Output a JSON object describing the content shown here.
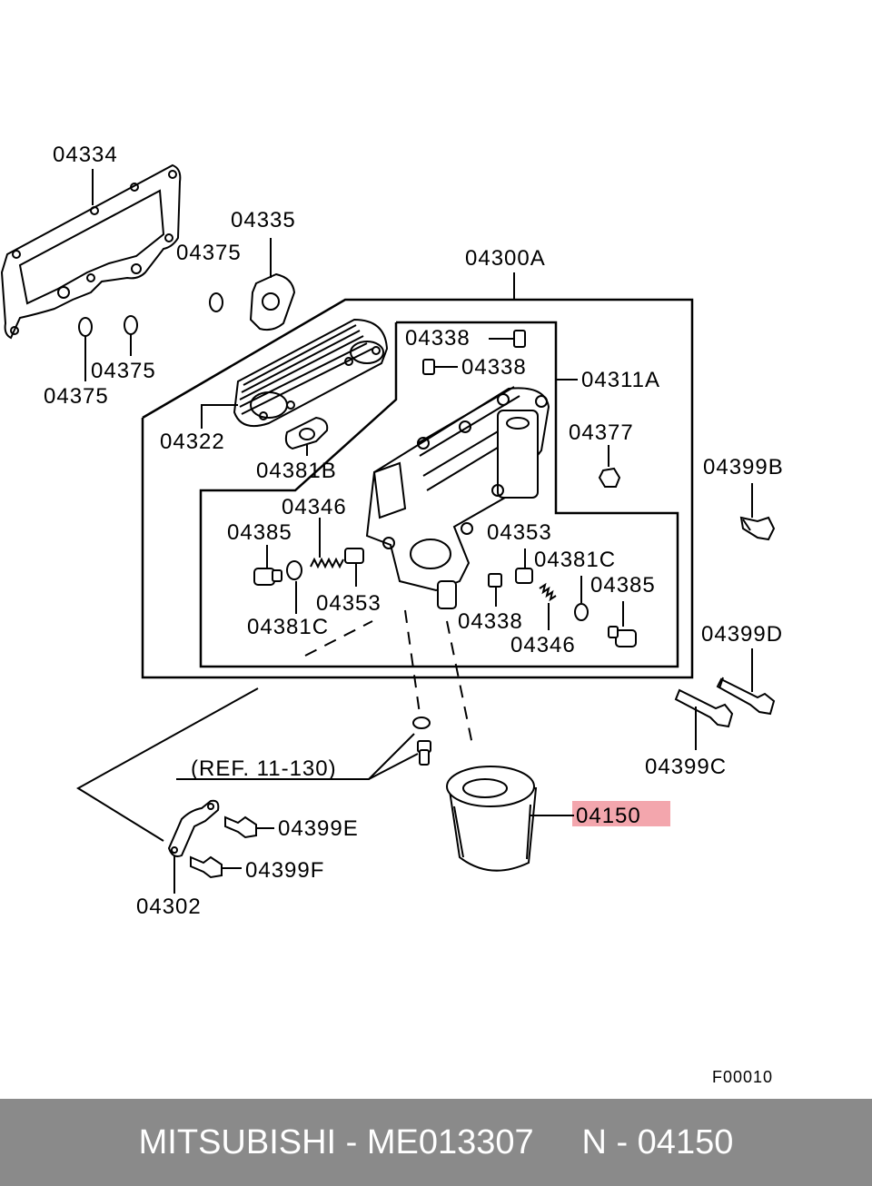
{
  "diagram": {
    "labels": {
      "p04334": "04334",
      "p04335": "04335",
      "p04375_top": "04375",
      "p04375_mid": "04375",
      "p04375_low": "04375",
      "p04300A": "04300A",
      "p04338_a": "04338",
      "p04338_b": "04338",
      "p04311A": "04311A",
      "p04377": "04377",
      "p04399B": "04399B",
      "p04322": "04322",
      "p04381B": "04381B",
      "p04346_a": "04346",
      "p04385_a": "04385",
      "p04353_a": "04353",
      "p04381C_a": "04381C",
      "p04353_b": "04353",
      "p04381C_b": "04381C",
      "p04385_b": "04385",
      "p04338_c": "04338",
      "p04346_b": "04346",
      "p04399D": "04399D",
      "p04399C": "04399C",
      "ref": "(REF. 11-130)",
      "p04150": "04150",
      "p04399E": "04399E",
      "p04399F": "04399F",
      "p04302": "04302",
      "figure_code": "F00010"
    },
    "highlight_color": "#f3a6ad"
  },
  "footer": {
    "text": "MITSUBISHI - ME013307     N - 04150",
    "background": "#8a8a8a"
  }
}
